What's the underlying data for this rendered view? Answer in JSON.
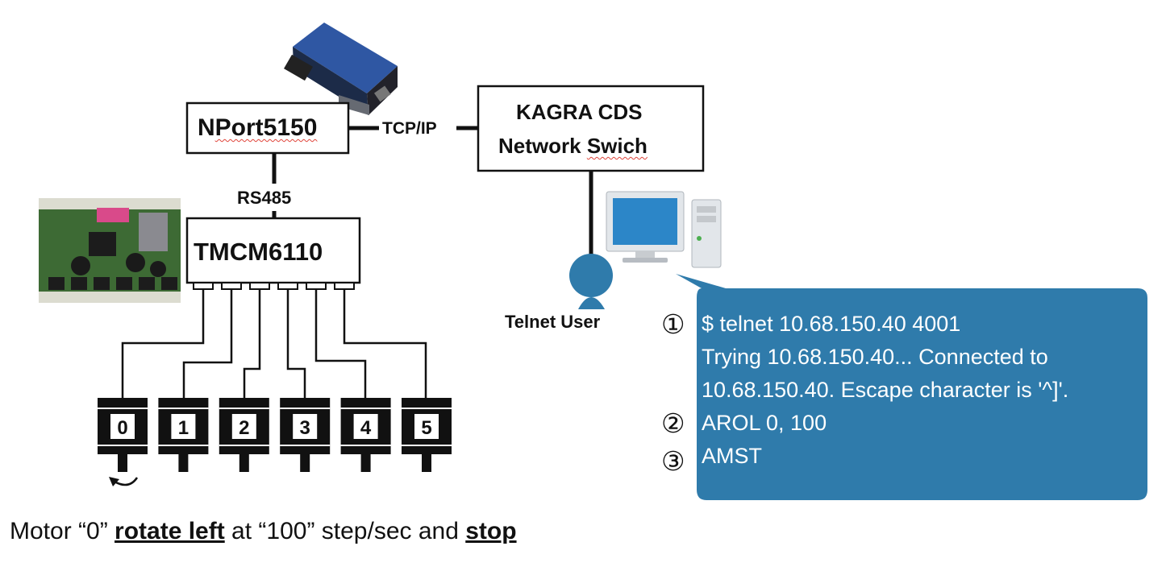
{
  "nport": {
    "label_prefix": "N",
    "label_rest": "Port5150"
  },
  "link_tcpip": "TCP/IP",
  "kagra": {
    "line1": "KAGRA CDS",
    "line2_a": "Network ",
    "line2_b": "Swich"
  },
  "link_rs485": "RS485",
  "tmcm": "TMCM6110",
  "motors": [
    "0",
    "1",
    "2",
    "3",
    "4",
    "5"
  ],
  "telnet_user": "Telnet User",
  "telnet_box": {
    "color": "#2f7bab",
    "steps": [
      "①",
      "②",
      "③"
    ],
    "lines": [
      "$ telnet 10.68.150.40 4001",
      "Trying 10.68.150.40... Connected to",
      "10.68.150.40. Escape character is '^]'.",
      "AROL 0, 100",
      "AMST"
    ]
  },
  "caption": {
    "part1": "Motor “0” ",
    "bold1": "rotate left",
    "part2": " at “100” step/sec and ",
    "bold2": "stop"
  }
}
